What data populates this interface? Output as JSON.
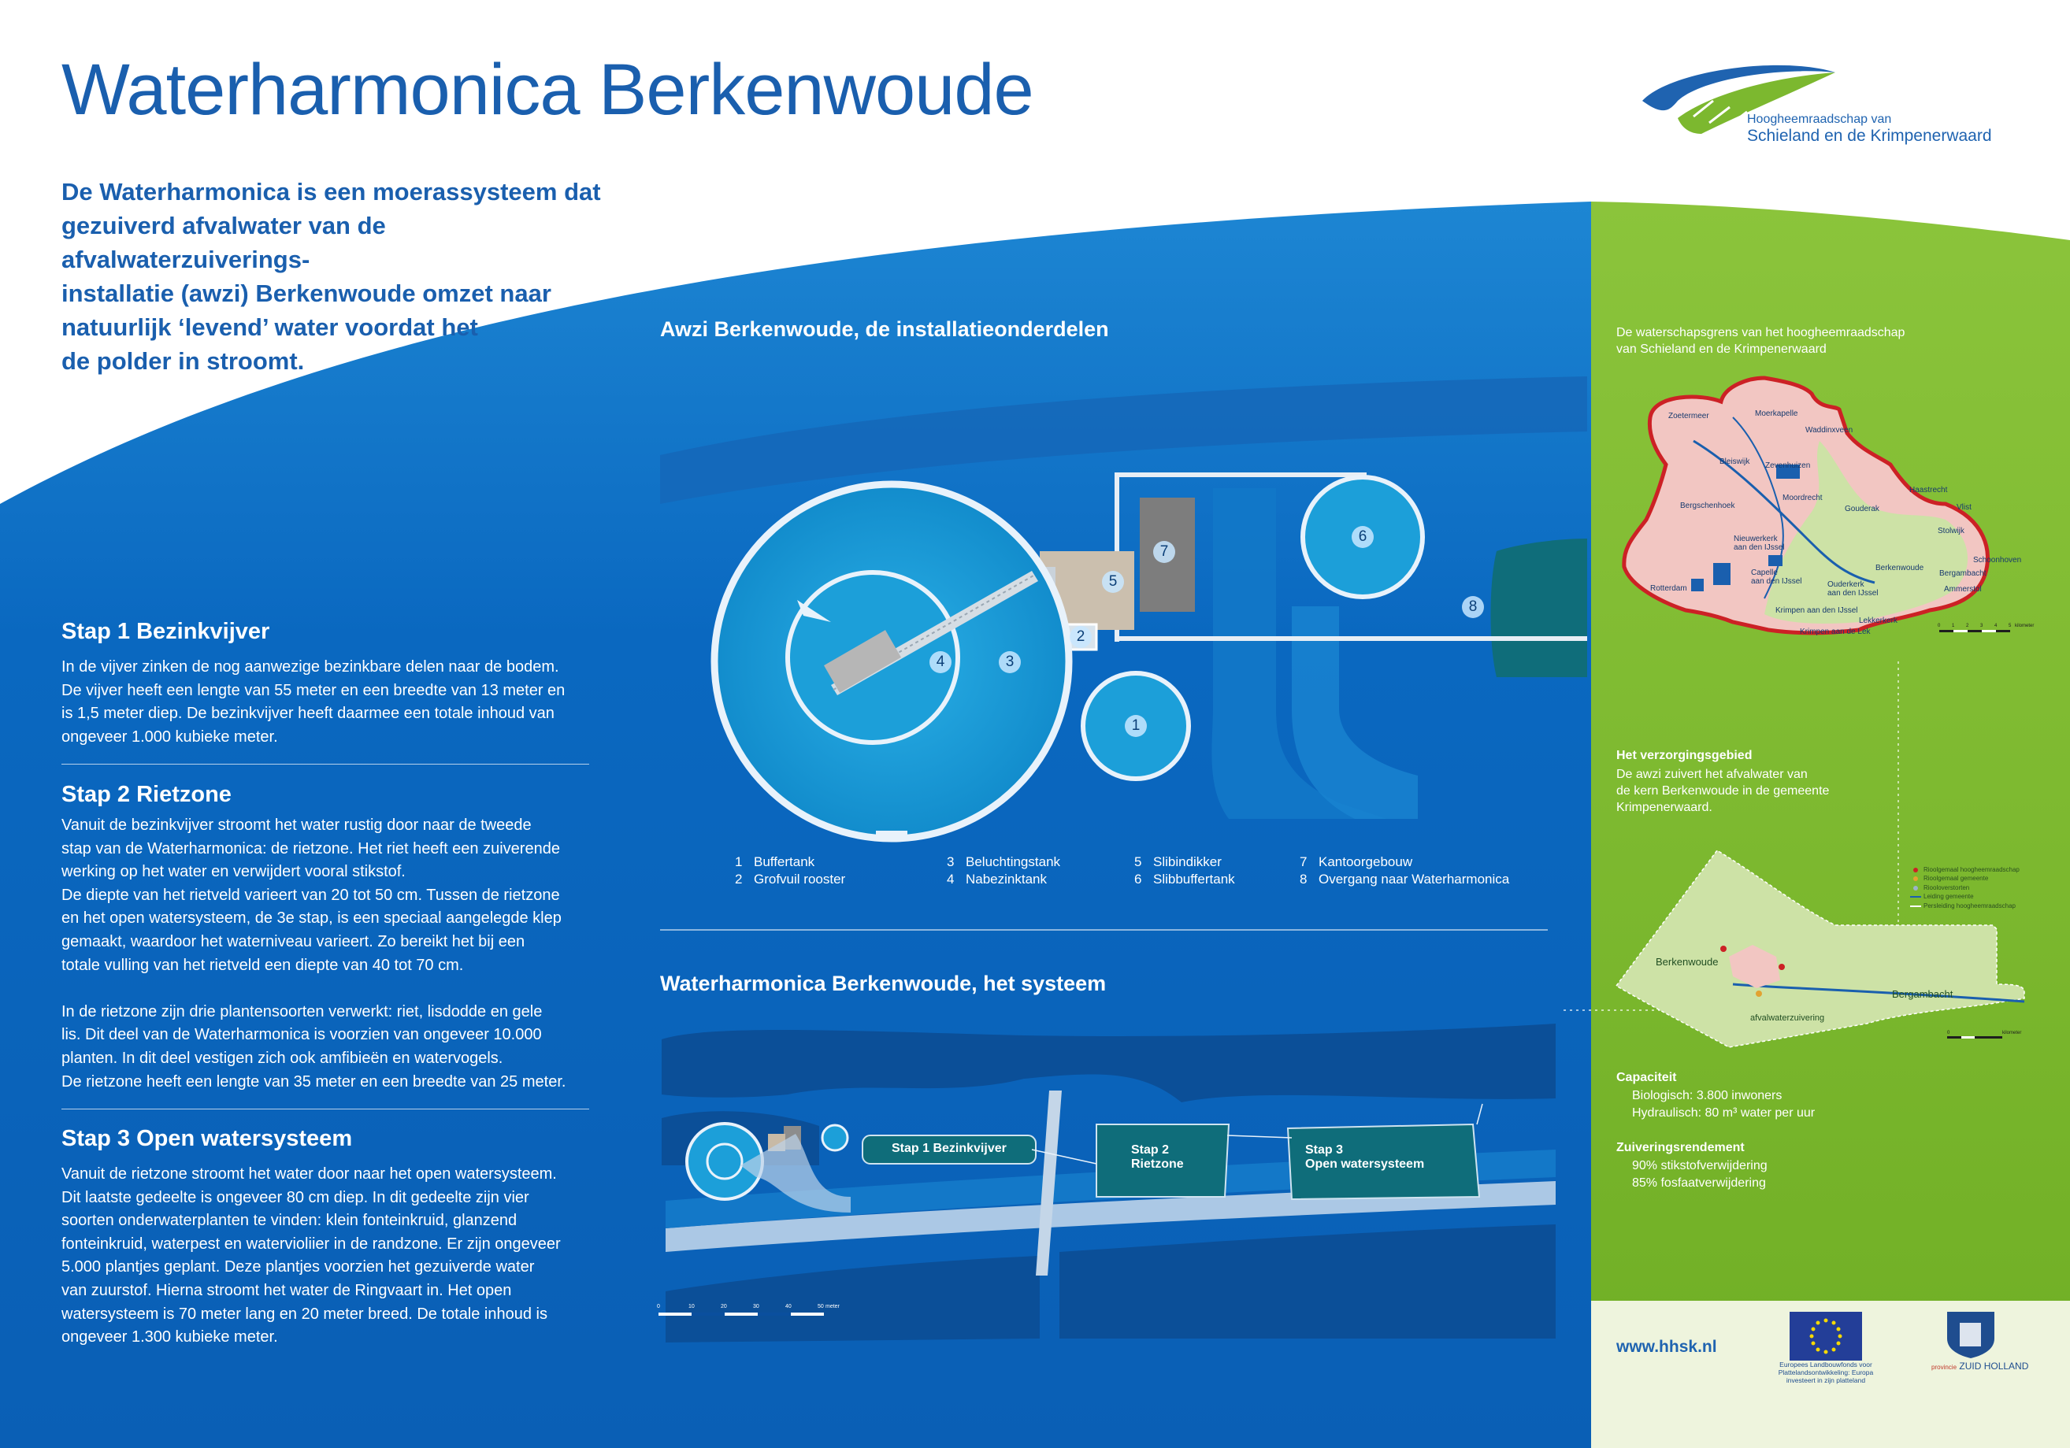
{
  "title": "Waterharmonica Berkenwoude",
  "intro": "De Waterharmonica is een moerassysteem dat\ngezuiverd afvalwater van de afvalwaterzuiverings-\ninstallatie (awzi) Berkenwoude omzet naar\nnatuurlijk ‘levend’ water voordat het\nde polder in stroomt.",
  "logo": {
    "line1": "Hoogheemraadschap van",
    "line2": "Schieland en de Krimpenerwaard"
  },
  "steps": [
    {
      "heading": "Stap 1  Bezinkvijver",
      "text": "In de vijver zinken de nog aanwezige bezinkbare delen naar de bodem.\nDe vijver heeft een lengte van 55 meter en een breedte van 13 meter en\nis 1,5 meter diep. De bezinkvijver heeft daarmee een totale inhoud van\nongeveer 1.000 kubieke meter."
    },
    {
      "heading": "Stap 2  Rietzone",
      "text": "Vanuit de bezinkvijver stroomt het water rustig door naar de tweede\nstap van de Waterharmonica: de rietzone. Het riet heeft een zuiverende\nwerking op het water en verwijdert vooral stikstof.\nDe diepte van het rietveld varieert van 20 tot 50 cm. Tussen de rietzone\nen het open watersysteem, de 3e stap, is een speciaal aangelegde klep\ngemaakt, waardoor het waterniveau varieert. Zo bereikt het bij een\ntotale vulling van het rietveld een diepte van 40 tot 70 cm.\n\nIn de rietzone zijn drie plantensoorten verwerkt: riet, lisdodde en gele\nlis. Dit deel van de Waterharmonica is voorzien van ongeveer 10.000\nplanten. In dit deel vestigen zich ook amfibieën en watervogels.\nDe rietzone heeft een lengte van 35 meter en een breedte van 25 meter."
    },
    {
      "heading": "Stap 3  Open watersysteem",
      "text": "Vanuit de rietzone stroomt het water door naar het open watersysteem.\nDit laatste gedeelte is ongeveer 80 cm diep. In dit gedeelte zijn vier\nsoorten onderwaterplanten te vinden: klein fonteinkruid, glanzend\nfonteinkruid, waterpest en watervioliier in de randzone. Er zijn ongeveer\n5.000 plantjes geplant. Deze plantjes voorzien het gezuiverde water\nvan zuurstof. Hierna stroomt het water de Ringvaart in. Het open\nwatersysteem is 70 meter lang en 20 meter breed. De totale inhoud is\nongeveer 1.300 kubieke meter."
    }
  ],
  "awzi": {
    "heading": "Awzi Berkenwoude, de installatieonderdelen",
    "markers": [
      "1",
      "2",
      "3",
      "4",
      "5",
      "6",
      "7",
      "8"
    ],
    "legend": [
      {
        "n": "1",
        "label": "Buffertank"
      },
      {
        "n": "2",
        "label": "Grofvuil rooster"
      },
      {
        "n": "3",
        "label": "Beluchtingstank"
      },
      {
        "n": "4",
        "label": "Nabezinktank"
      },
      {
        "n": "5",
        "label": "Slibindikker"
      },
      {
        "n": "6",
        "label": "Slibbuffertank"
      },
      {
        "n": "7",
        "label": "Kantoorgebouw"
      },
      {
        "n": "8",
        "label": "Overgang naar Waterharmonica"
      }
    ]
  },
  "system": {
    "heading": "Waterharmonica Berkenwoude, het systeem",
    "stap1": "Stap 1  Bezinkvijver",
    "stap2": "Stap 2\nRietzone",
    "stap3": "Stap 3\nOpen watersysteem",
    "scale": [
      "0",
      "10",
      "20",
      "30",
      "40",
      "50"
    ],
    "scale_unit": "meter"
  },
  "sidebar": {
    "map_caption": "De waterschapsgrens van het hoogheemraadschap\nvan Schieland en de Krimpenerwaard",
    "towns": [
      "Zoetermeer",
      "Moerkapelle",
      "Waddinxveen",
      "Bleiswijk",
      "Zevenhuizen",
      "Bergschenhoek",
      "Moordrecht",
      "Gouderak",
      "Haastrecht",
      "Vlist",
      "Stolwijk",
      "Nieuwerkerk\naan den IJssel",
      "Capelle\naan den IJssel",
      "Rotterdam",
      "Ouderkerk\naan den IJssel",
      "Krimpen aan den IJssel",
      "Krimpen aan de Lek",
      "Lekkerkerk",
      "Berkenwoude",
      "Bergambacht",
      "Schoonhoven",
      "Ammerstol"
    ],
    "map_scale": [
      "0",
      "1",
      "2",
      "3",
      "4",
      "5"
    ],
    "map_scale_unit": "kilometer",
    "service_heading": "Het verzorgingsgebied",
    "service_text": "De awzi zuivert het afvalwater van\nde kern Berkenwoude in de gemeente\nKrimpenerwaard.",
    "service_legend": [
      "Rioolgemaal hoogheemraadschap",
      "Rioolgemaal gemeente",
      "Riooloverstorten",
      "Leiding gemeente",
      "Persleiding hoogheemraadschap"
    ],
    "service_labels": {
      "berkenwoude": "Berkenwoude",
      "bergambacht": "Bergambacht",
      "awzi": "afvalwaterzuivering"
    },
    "capacity_heading": "Capaciteit",
    "capacity_lines": [
      "Biologisch: 3.800 inwoners",
      "Hydraulisch: 80 m³ water per uur"
    ],
    "yield_heading": "Zuiveringsrendement",
    "yield_lines": [
      "90% stikstofverwijdering",
      "85% fosfaatverwijdering"
    ]
  },
  "footer": {
    "url": "www.hhsk.nl",
    "eu_caption": "Europees Landbouwfonds voor\nPlattelandsontwikkeling: Europa\ninvesteert in zijn platteland",
    "zh_caption_small": "provincie",
    "zh_caption": "ZUID HOLLAND"
  },
  "colors": {
    "title_blue": "#1a5fae",
    "panel_blue": "#0b66c2",
    "panel_blue_dark": "#0a4f9e",
    "sidebar_green": "#7cb82f",
    "tank_blue": "#1e9ad6",
    "teal": "#0f6d7a"
  }
}
